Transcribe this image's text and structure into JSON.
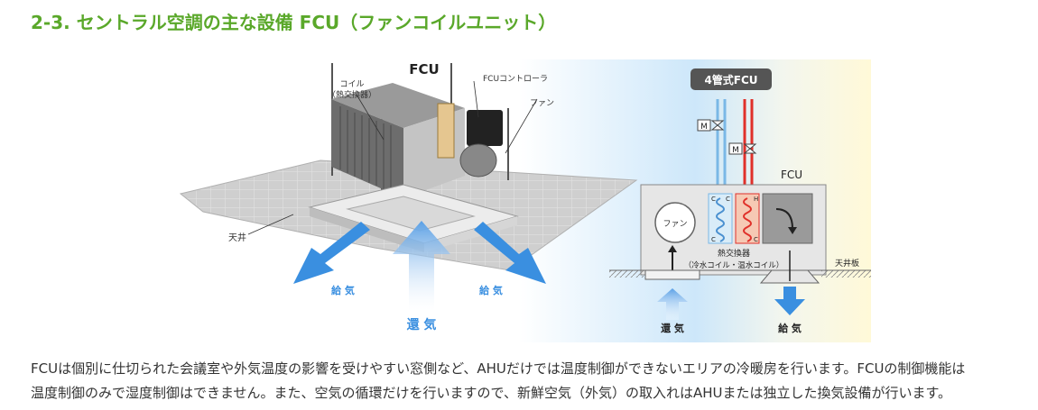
{
  "page": {
    "title": "2-3. セントラル空調の主な設備 FCU（ファンコイルユニット）",
    "paragraph_lines": [
      "FCUは個別に仕切られた会議室や外気温度の影響を受けやすい窓側など、AHUだけでは温度制御ができないエリアの冷暖房を行います。FCUの制御機能は",
      "温度制御のみで湿度制御はできません。また、空気の循環だけを行いますので、新鮮空気（外気）の取入れはAHUまたは独立した換気設備が行います。"
    ]
  },
  "figure": {
    "left": {
      "heading": "FCU",
      "coil_label": "コイル",
      "coil_sub": "（熱交換器）",
      "controller": "FCUコントローラ",
      "fan": "ファン",
      "ceiling": "天井",
      "supply_left": "給 気",
      "supply_right": "給 気",
      "return_air": "還 気"
    },
    "right": {
      "badge": "4管式FCU",
      "unit": "FCU",
      "valve1": "M",
      "valve2": "M",
      "fan_circle": "ファン",
      "hx_label": "熱交換器",
      "hx_sub": "（冷水コイル・温水コイル）",
      "ceiling_board": "天井板",
      "return_air": "還 気",
      "supply": "給 気",
      "c1": "C",
      "c2": "C",
      "h1": "H",
      "c3": "C",
      "c4": "C"
    }
  },
  "colors": {
    "title": "#5aa82a",
    "arrow_blue": "#3a8fe0",
    "cold": "#7ab8e6",
    "hot": "#e0302a"
  }
}
